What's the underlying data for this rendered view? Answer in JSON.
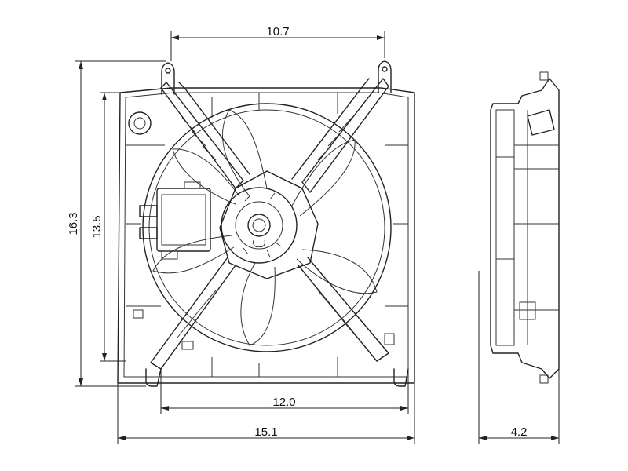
{
  "dimensions": {
    "top_width": "10.7",
    "height_outer": "16.3",
    "height_inner": "13.5",
    "bottom_inner_width": "12.0",
    "bottom_overall_width": "15.1",
    "depth": "4.2"
  }
}
